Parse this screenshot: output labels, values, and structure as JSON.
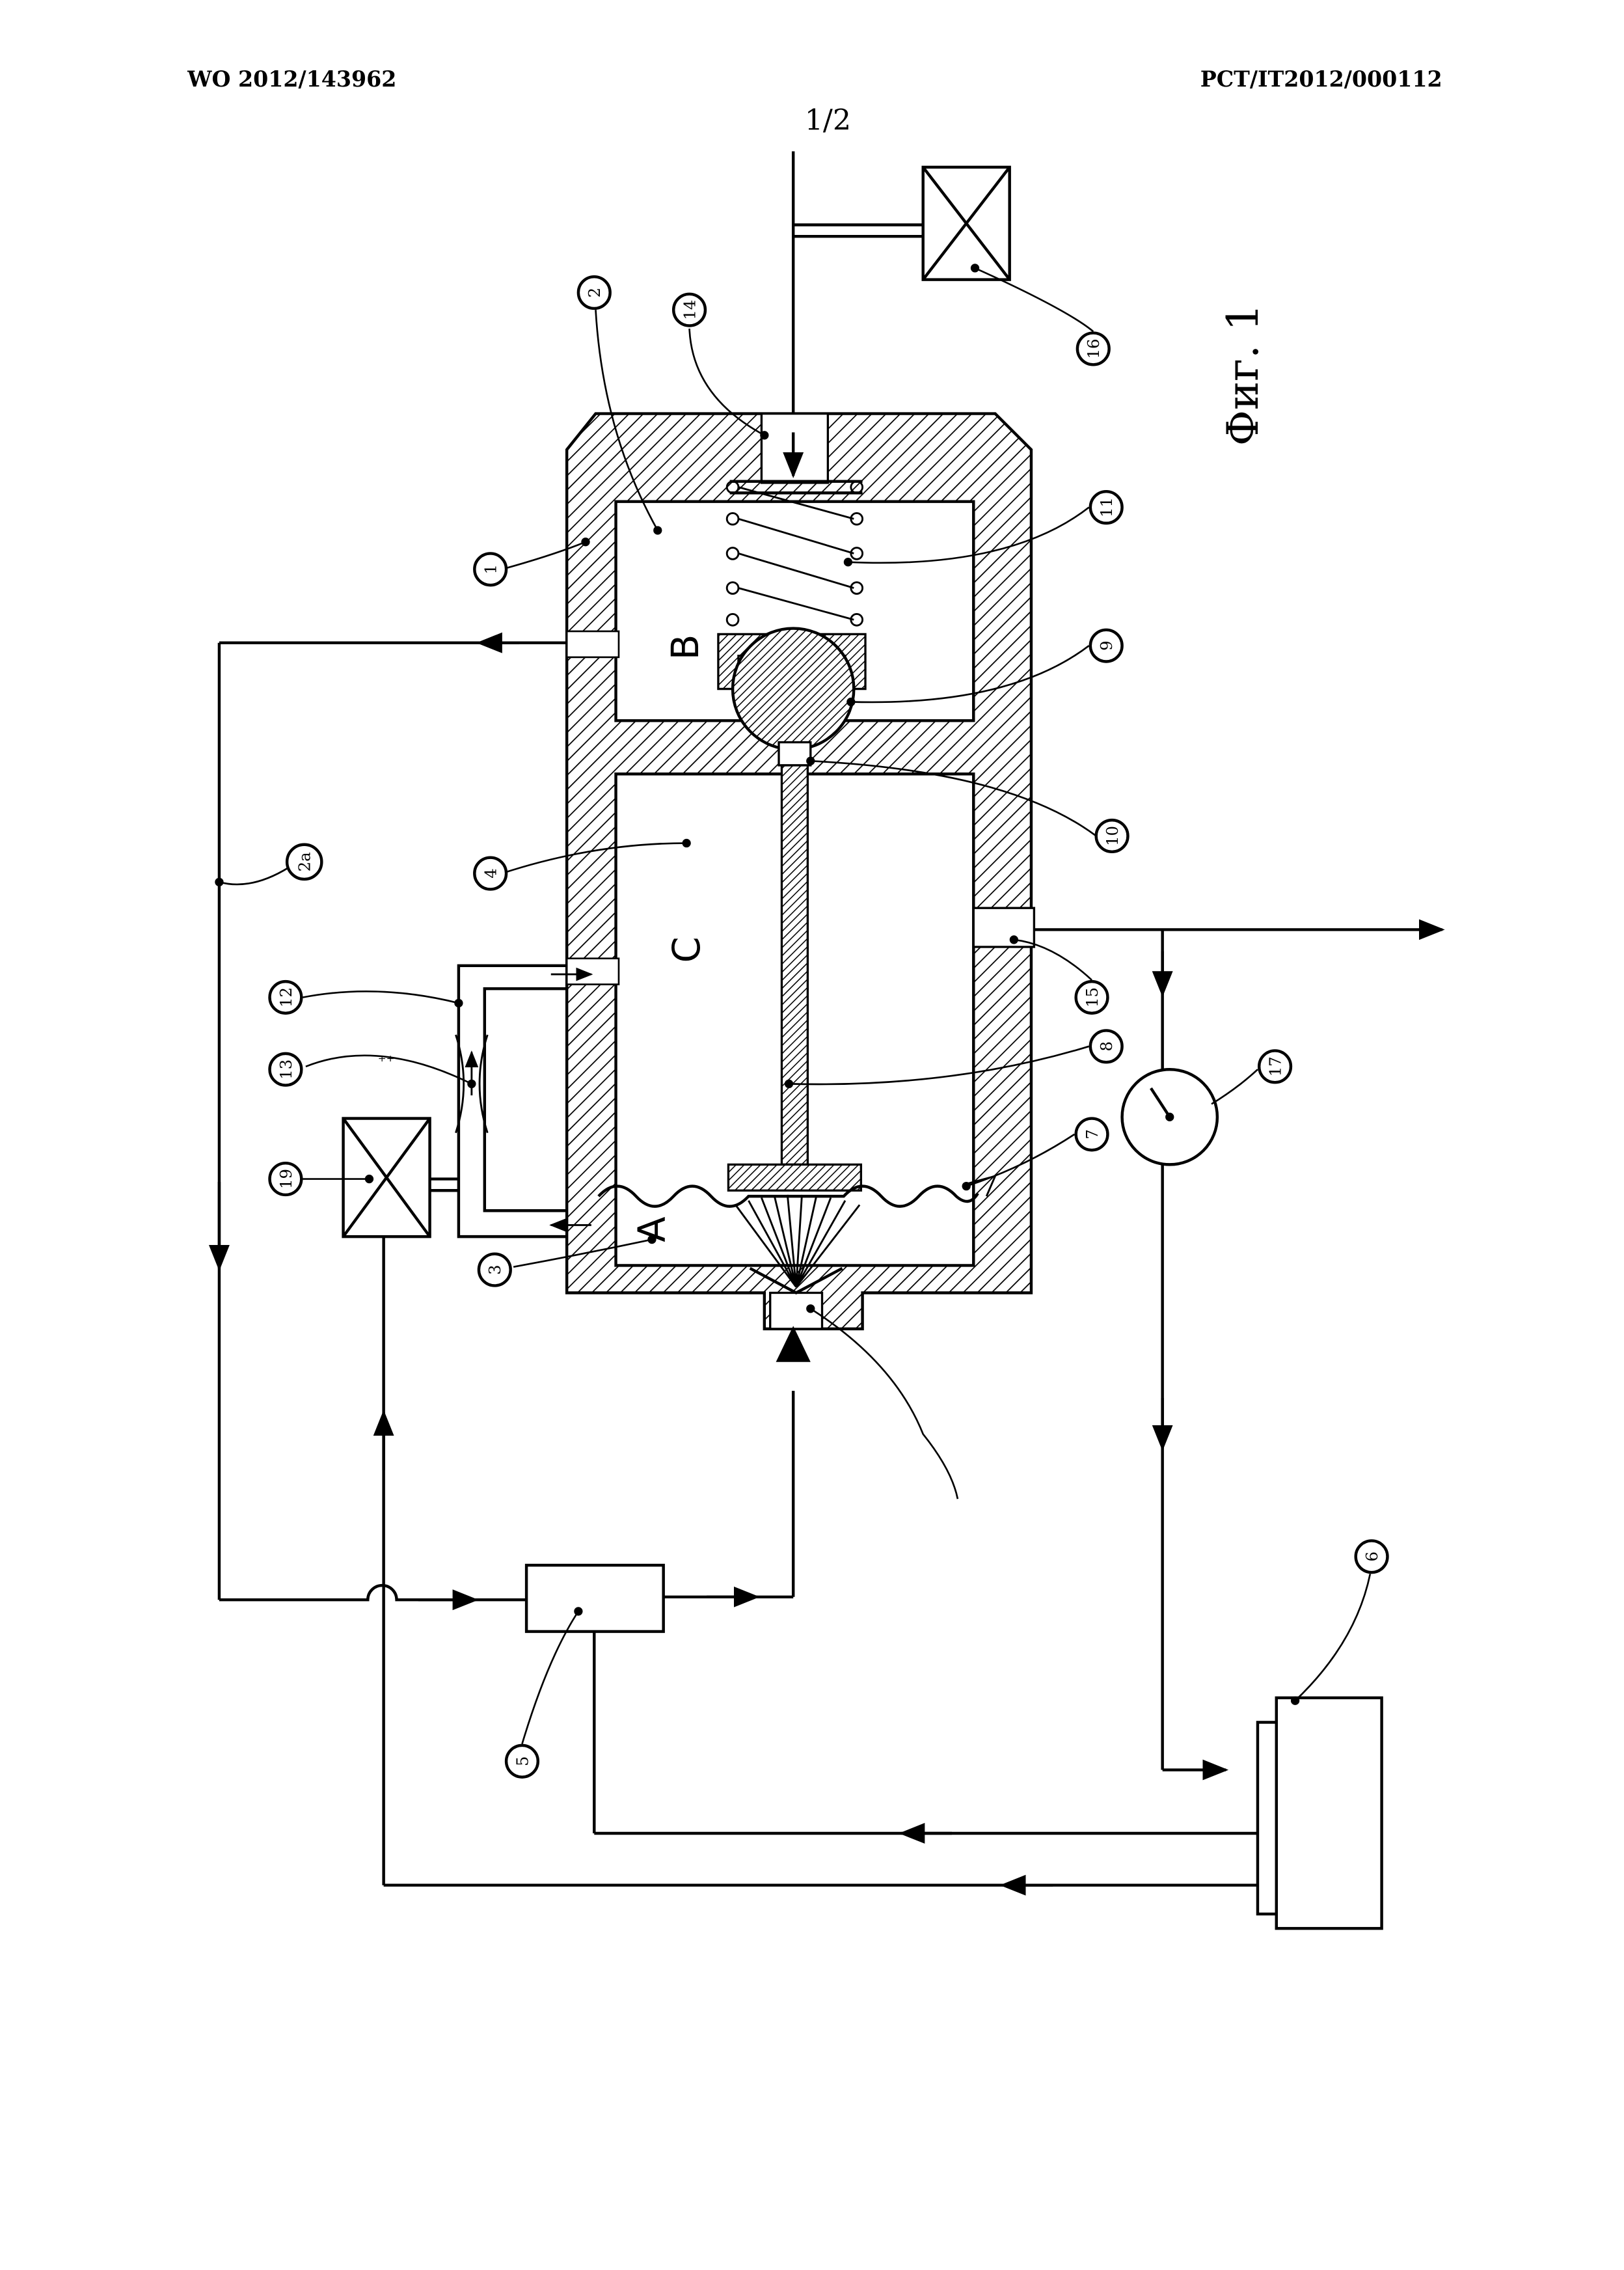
{
  "header": {
    "publication_number": "WO 2012/143962",
    "application_number": "PCT/IT2012/000112",
    "sheet": "1/2"
  },
  "figure": {
    "caption": "Фиг. 1",
    "chambers": {
      "a": "A",
      "b": "B",
      "c": "C"
    },
    "callouts": [
      {
        "id": "1",
        "label": "1"
      },
      {
        "id": "2",
        "label": "2"
      },
      {
        "id": "2a",
        "label": "2a"
      },
      {
        "id": "3",
        "label": "3"
      },
      {
        "id": "4",
        "label": "4"
      },
      {
        "id": "5",
        "label": "5"
      },
      {
        "id": "6",
        "label": "6"
      },
      {
        "id": "7",
        "label": "7"
      },
      {
        "id": "8",
        "label": "8"
      },
      {
        "id": "9",
        "label": "9"
      },
      {
        "id": "10",
        "label": "10"
      },
      {
        "id": "11",
        "label": "11"
      },
      {
        "id": "12",
        "label": "12"
      },
      {
        "id": "13",
        "label": "13"
      },
      {
        "id": "14",
        "label": "14"
      },
      {
        "id": "15",
        "label": "15"
      },
      {
        "id": "16",
        "label": "16"
      },
      {
        "id": "17",
        "label": "17"
      },
      {
        "id": "19",
        "label": "19"
      }
    ]
  }
}
